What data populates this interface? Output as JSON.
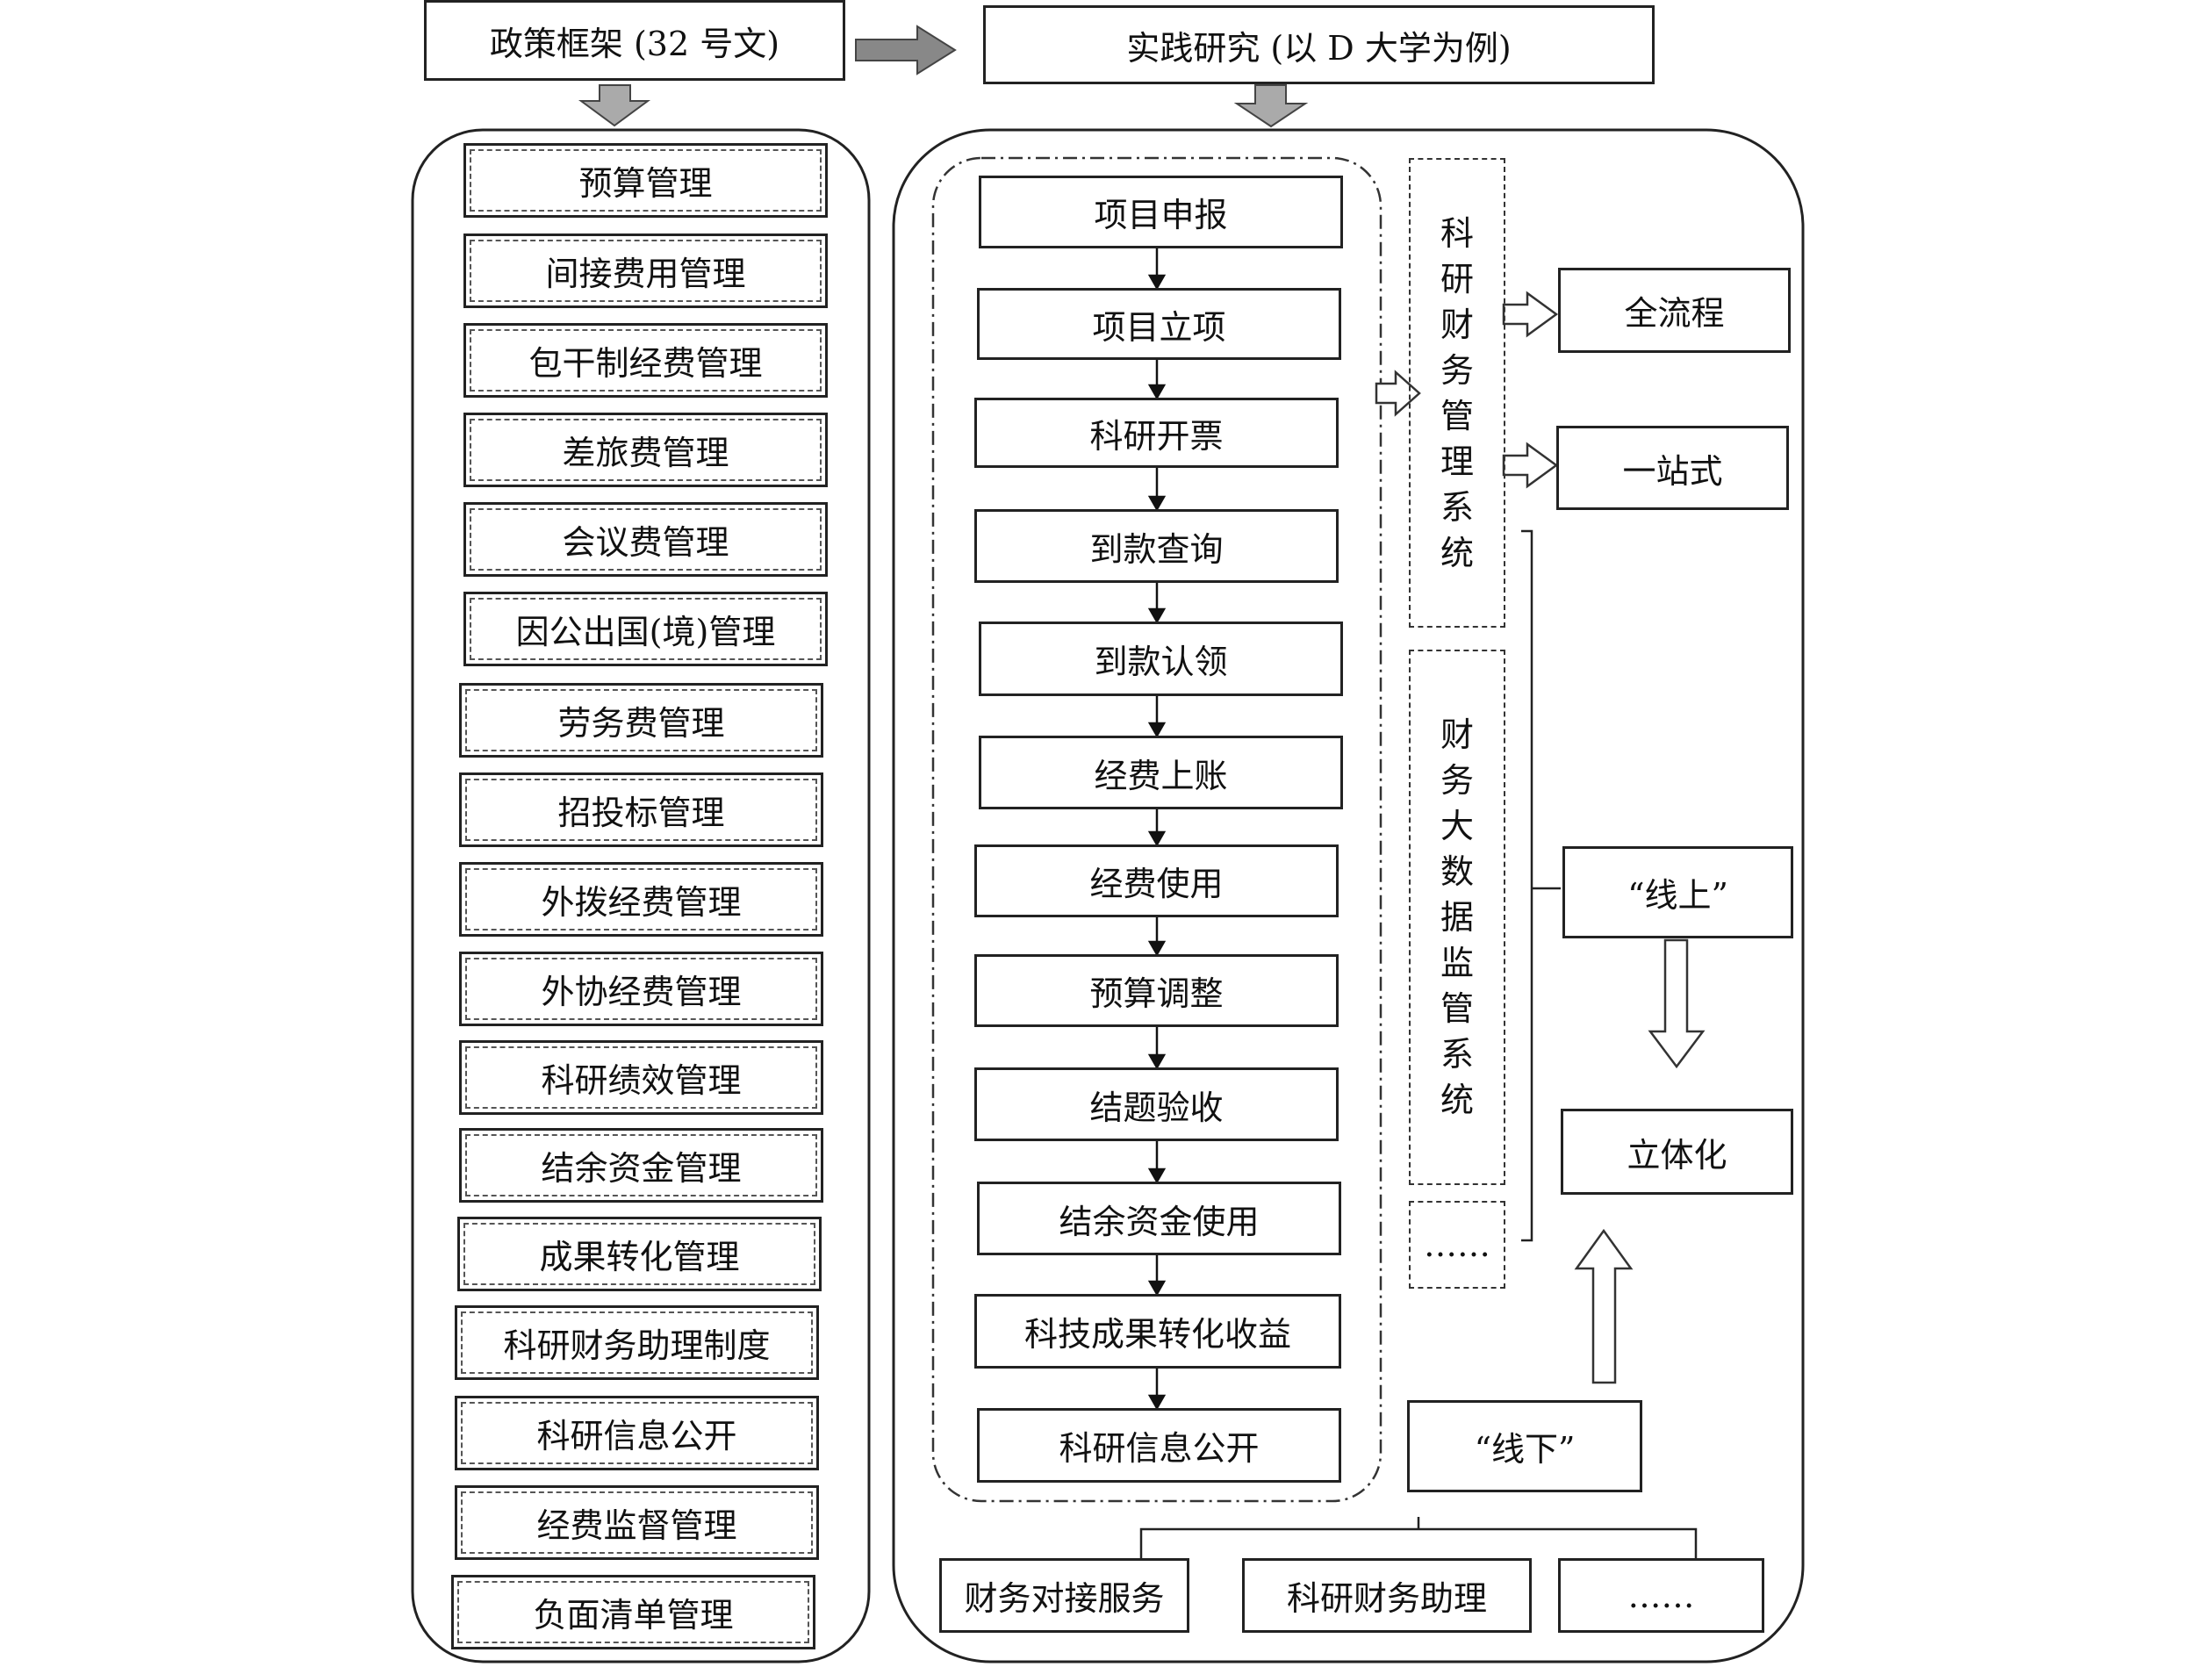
{
  "policy_framework": "政策框架 (32 号文)",
  "practice_research": "实践研究 (以 D 大学为例)",
  "policy_items": [
    "预算管理",
    "间接费用管理",
    "包干制经费管理",
    "差旅费管理",
    "会议费管理",
    "因公出国(境)管理",
    "劳务费管理",
    "招投标管理",
    "外拨经费管理",
    "外协经费管理",
    "科研绩效管理",
    "结余资金管理",
    "成果转化管理",
    "科研财务助理制度",
    "科研信息公开",
    "经费监督管理",
    "负面清单管理"
  ],
  "process_steps": [
    "项目申报",
    "项目立项",
    "科研开票",
    "到款查询",
    "到款认领",
    "经费上账",
    "经费使用",
    "预算调整",
    "结题验收",
    "结余资金使用",
    "科技成果转化收益",
    "科研信息公开"
  ],
  "system1": "科研财务管理系统",
  "system2": "财务大数据监管系统",
  "system_more": "……",
  "full_process": "全流程",
  "one_stop": "一站式",
  "online": "“线上”",
  "three_d": "立体化",
  "offline": "“线下”",
  "offline_items": [
    "财务对接服务",
    "科研财务助理",
    "……"
  ]
}
